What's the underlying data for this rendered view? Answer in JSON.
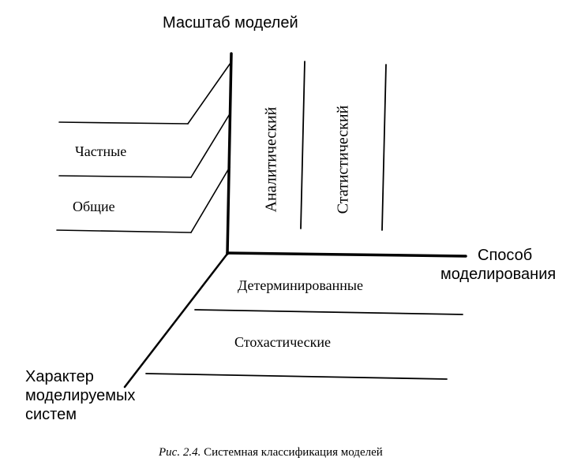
{
  "axes": {
    "vertical": "Масштаб моделей",
    "horizontal": [
      "Способ",
      "моделирования"
    ],
    "diagonal": [
      "Характер",
      "моделируемых",
      "систем"
    ]
  },
  "scale": {
    "private": "Частные",
    "general": "Общие"
  },
  "method": {
    "analytical": "Аналитический",
    "statistical": "Статистический"
  },
  "nature": {
    "deterministic": "Детерминированные",
    "stochastic": "Стохастические"
  },
  "caption": {
    "prefix": "Рис. 2.4.",
    "text": "Системная классификация моделей"
  }
}
